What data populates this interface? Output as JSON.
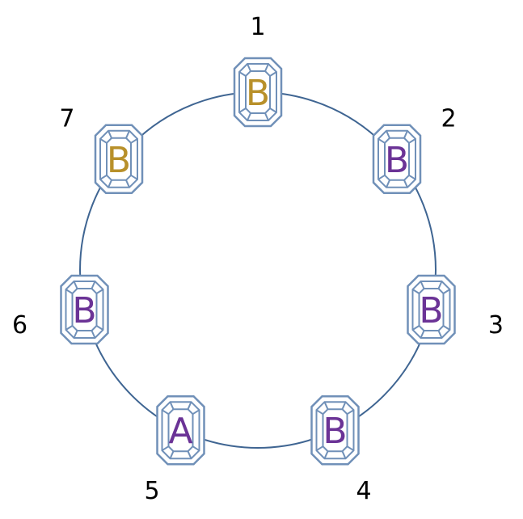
{
  "diagram": {
    "ring_color": "#3f6592",
    "gem_outline_color": "#7090b8",
    "beads": [
      {
        "number": "1",
        "letter": "B",
        "letter_color": "#b8902a"
      },
      {
        "number": "2",
        "letter": "B",
        "letter_color": "#6b3396"
      },
      {
        "number": "3",
        "letter": "B",
        "letter_color": "#6b3396"
      },
      {
        "number": "4",
        "letter": "B",
        "letter_color": "#6b3396"
      },
      {
        "number": "5",
        "letter": "A",
        "letter_color": "#6b3396"
      },
      {
        "number": "6",
        "letter": "B",
        "letter_color": "#6b3396"
      },
      {
        "number": "7",
        "letter": "B",
        "letter_color": "#b8902a"
      }
    ]
  }
}
